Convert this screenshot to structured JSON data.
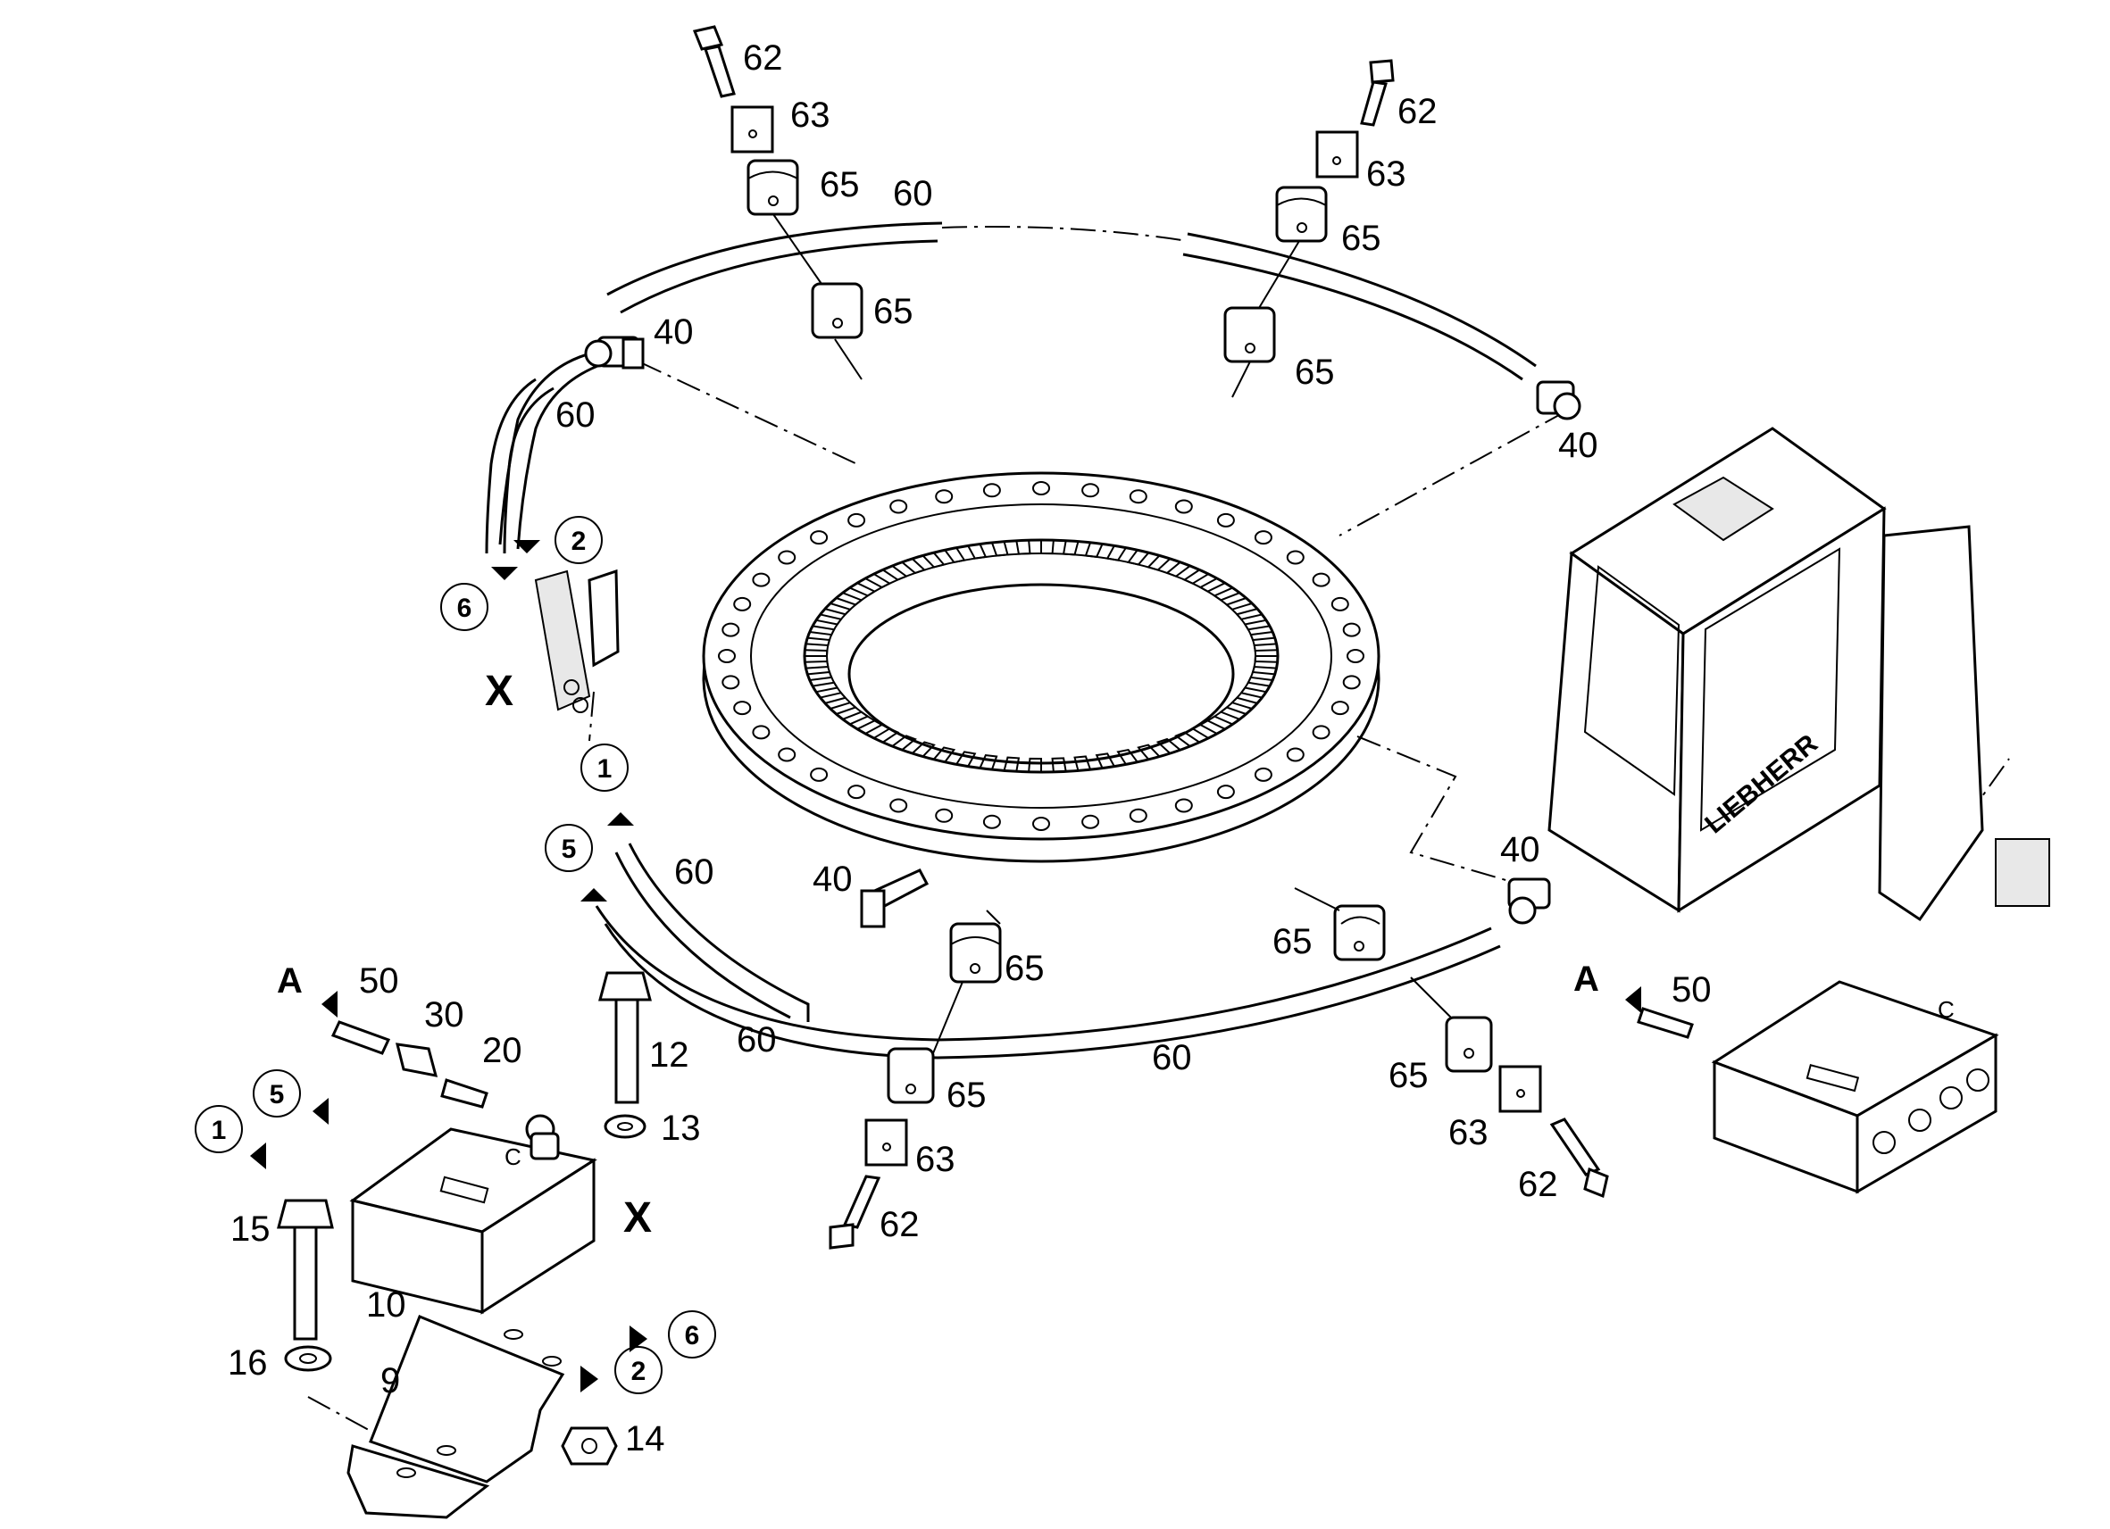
{
  "labels": {
    "p62": "62",
    "p63": "63",
    "p65": "65",
    "p60": "60",
    "p40": "40",
    "p50": "50",
    "p30": "30",
    "p20": "20",
    "p12": "12",
    "p13": "13",
    "p15": "15",
    "p10": "10",
    "p16": "16",
    "p9": "9",
    "p14": "14",
    "c1": "1",
    "c2": "2",
    "c5": "5",
    "c6": "6",
    "x": "X",
    "a": "A",
    "block_text": "C",
    "brand": "LIEBHERR"
  }
}
